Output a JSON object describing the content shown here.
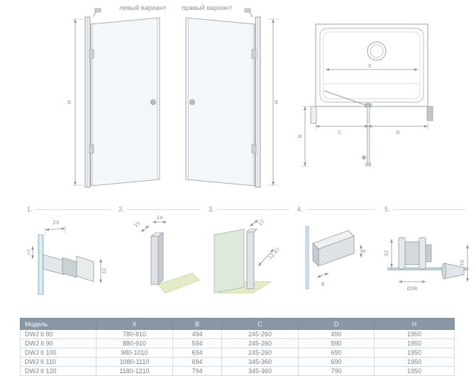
{
  "variants": {
    "left_label": "левый вариант",
    "right_label": "правый вариант"
  },
  "elevation": {
    "height_label": "H"
  },
  "plan": {
    "x_label": "X",
    "b_label": "B",
    "c_label": "C",
    "d_label": "D"
  },
  "details": [
    {
      "num": "1.",
      "dims": [
        "20",
        "10",
        "32"
      ]
    },
    {
      "num": "2.",
      "dims": [
        "25",
        "24"
      ]
    },
    {
      "num": "3.",
      "dims": [
        "22",
        "32-47"
      ]
    },
    {
      "num": "4.",
      "dims": [
        "8",
        "8"
      ]
    },
    {
      "num": "5.",
      "dims": [
        "32",
        "Ø38",
        "70"
      ]
    }
  ],
  "table": {
    "headers": [
      "Модель",
      "X",
      "B",
      "C",
      "D",
      "H"
    ],
    "rows": [
      [
        "DWJ II 80",
        "780-810",
        "494",
        "245-260",
        "490",
        "1950"
      ],
      [
        "DWJ II 90",
        "880-910",
        "594",
        "245-260",
        "590",
        "1950"
      ],
      [
        "DWJ II 100",
        "980-1010",
        "694",
        "245-260",
        "690",
        "1950"
      ],
      [
        "DWJ II 110",
        "1080-1110",
        "694",
        "345-360",
        "690",
        "1950"
      ],
      [
        "DWJ II 120",
        "1180-1210",
        "794",
        "345-360",
        "790",
        "1950"
      ]
    ]
  },
  "colors": {
    "line": "#9aa0a6",
    "dim_text": "#8b929b",
    "glass_blue": "#cfe3ee",
    "floor_green": "#e3ecc6",
    "table_header_bg": "#8997a5",
    "table_header_text": "#f6f8fa",
    "table_border": "#d6dbe0",
    "cell_text": "#7b828b"
  }
}
